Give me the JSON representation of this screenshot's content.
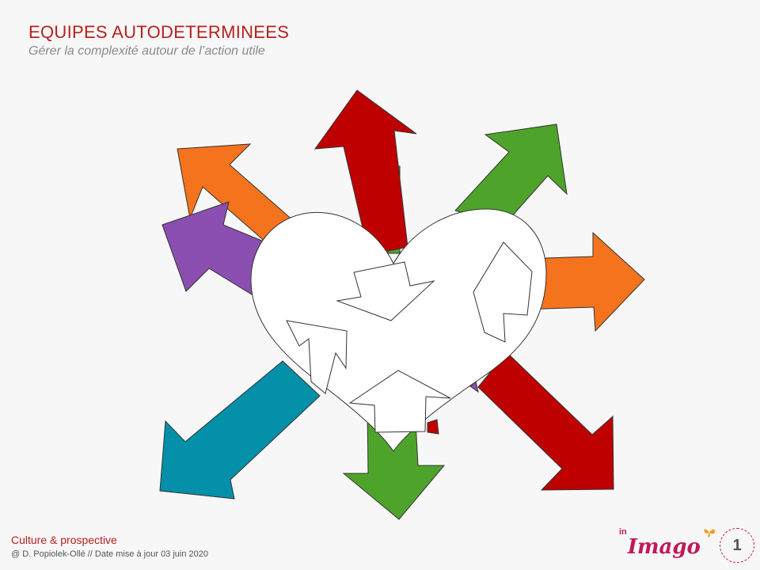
{
  "header": {
    "title": "EQUIPES AUTODETERMINEES",
    "subtitle": "Gérer la complexité autour de l’action utile"
  },
  "diagram": {
    "colors": {
      "orange": "#f5731c",
      "red": "#bf0000",
      "green": "#4ea42a",
      "purple": "#8a4fb0",
      "teal": "#0390a8",
      "heart": "#ffffff",
      "outline": "#333333"
    },
    "arrows": [
      "orange",
      "purple",
      "red",
      "green",
      "orange",
      "red",
      "green",
      "teal"
    ]
  },
  "footer": {
    "label": "Culture & prospective",
    "credit": "@ D. Popiolek-Ollé // Date mise à jour 03 juin 2020",
    "logo_prefix": "in",
    "logo_name": "Imago",
    "page_number": "1"
  }
}
